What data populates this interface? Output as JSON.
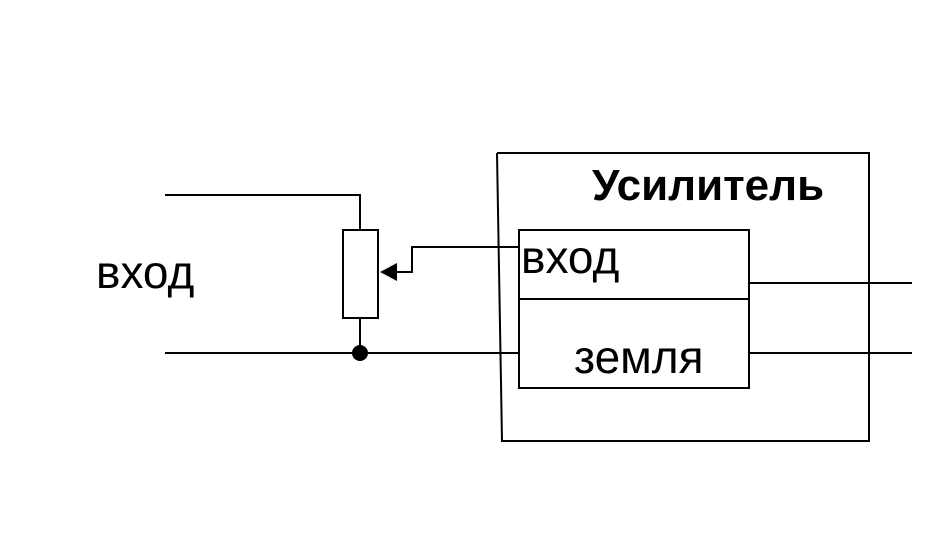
{
  "input_label": "вход",
  "amplifier": {
    "title": "Усилитель",
    "port_input_label": "вход",
    "port_ground_label": "земля"
  },
  "colors": {
    "line": "#000000",
    "background": "#ffffff"
  }
}
